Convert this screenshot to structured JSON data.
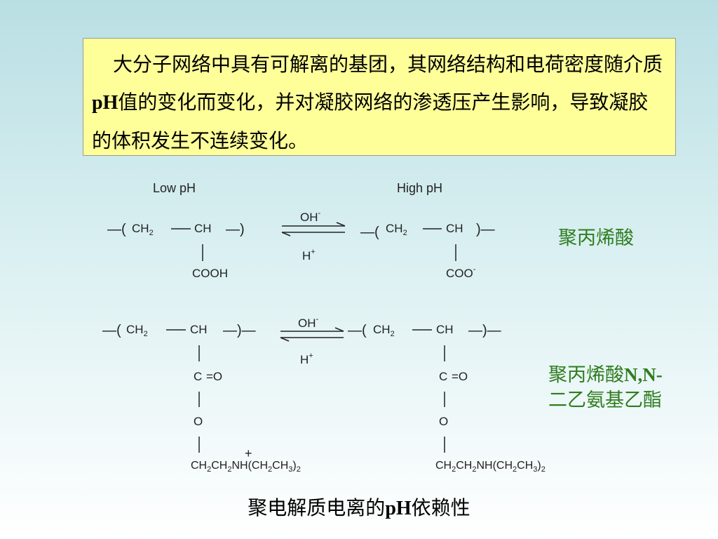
{
  "slide": {
    "paragraph": {
      "part1": "大分子网络中具有可解离的基团，其网络结构和电荷密度随介质",
      "latin": "pH",
      "part2": "值的变化而变化，并对凝胶网络的渗透压产生影响，导致凝胶的体积发生不连续变化。"
    },
    "labels": {
      "paa": "聚丙烯酸",
      "deaea_cn1": "聚丙烯酸",
      "deaea_latin": "N,N-",
      "deaea_cn2": "二乙氨基乙酯"
    },
    "caption": {
      "part1": "聚电解质电离的",
      "latin": "pH",
      "part2": "依赖性"
    }
  },
  "diagram": {
    "low_ph": "Low pH",
    "high_ph": "High pH",
    "ch2": "CH",
    "two": "2",
    "ch": "CH",
    "cooh": "COOH",
    "coo": "COO",
    "minus": "-",
    "plus": "+",
    "oh": "OH",
    "h": "H",
    "c": "C",
    "eq_o": "=O",
    "o": "O",
    "amine_left": "CH₂CH₂N̊H(CH₂CH₃)₂",
    "amine": "CH₂CH₂NH(CH₂CH₃)₂"
  }
}
